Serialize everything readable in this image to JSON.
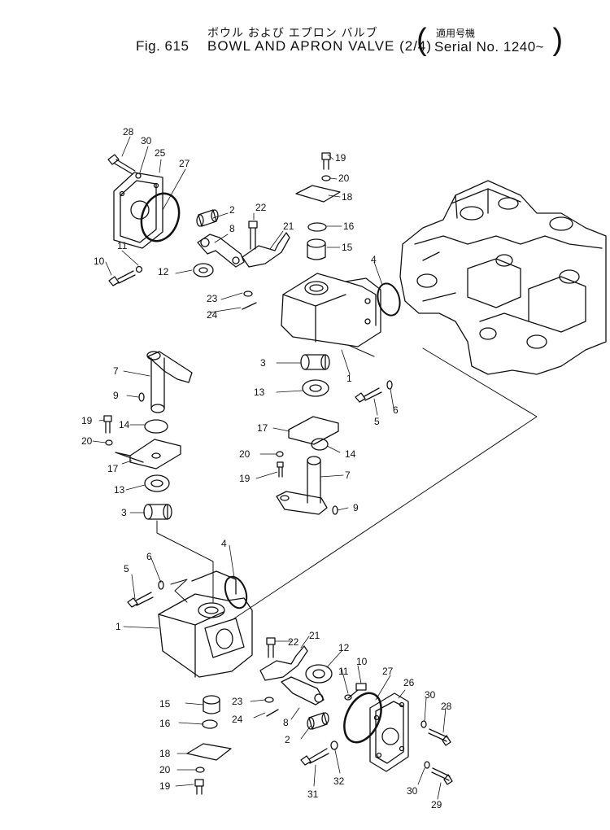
{
  "header": {
    "jp_caption": "ボウル および エプロン バルブ",
    "fig_number": "Fig. 615",
    "title": "BOWL AND APRON VALVE (2/4)",
    "serial_jp": "適用号機",
    "serial_label": "Serial No. 1240~"
  },
  "callouts_top": [
    "28",
    "30",
    "25",
    "27",
    "2",
    "22",
    "8",
    "21",
    "11",
    "10",
    "12",
    "23",
    "24",
    "19",
    "20",
    "18",
    "16",
    "15",
    "4",
    "3",
    "1",
    "13",
    "5",
    "6",
    "7",
    "9",
    "19",
    "14",
    "20",
    "17",
    "13",
    "3",
    "17",
    "20",
    "14",
    "19",
    "7",
    "9"
  ],
  "callouts_bottom": [
    "5",
    "6",
    "4",
    "1",
    "22",
    "21",
    "12",
    "10",
    "11",
    "27",
    "26",
    "30",
    "28",
    "15",
    "23",
    "24",
    "8",
    "2",
    "31",
    "32",
    "30",
    "29",
    "16",
    "18",
    "20",
    "19"
  ]
}
